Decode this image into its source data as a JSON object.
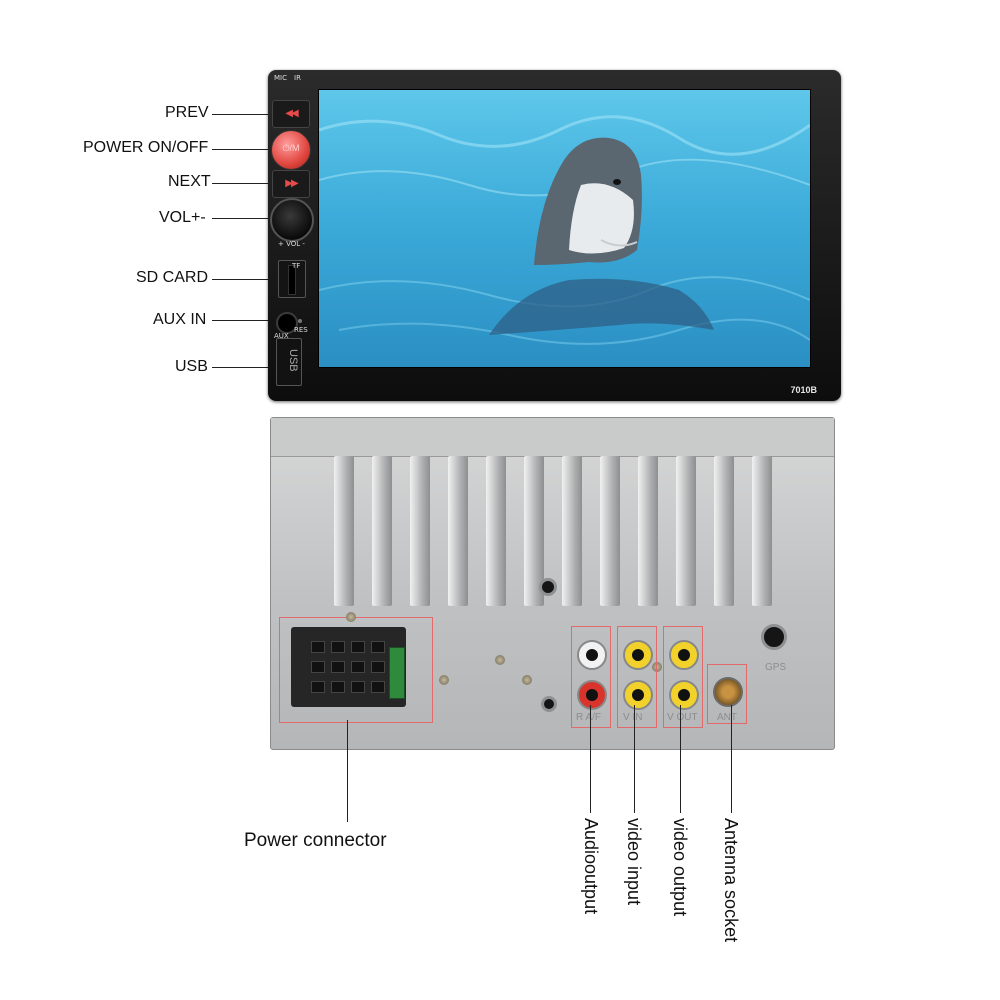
{
  "front_labels": {
    "prev": "PREV",
    "power": "POWER  ON/OFF",
    "next": "NEXT",
    "vol": "VOL+-",
    "sd_card": "SD  CARD",
    "aux_in": "AUX IN",
    "usb": "USB"
  },
  "front_device": {
    "mic": "MIC",
    "ir": "IR",
    "power_button": "⏻/M",
    "vol": "+ VOL -",
    "tf": "TF",
    "aux": "AUX",
    "res": "RES",
    "usb_port": "USB",
    "model": "7010B"
  },
  "rear_device": {
    "gps": "GPS",
    "audio_out": "R  A/F",
    "video_in": "V IN",
    "video_out": "V OUT",
    "ant": "ANT"
  },
  "rear_labels": {
    "power_connector": "Power connector",
    "audio_output": "Audiooutput",
    "video_input": "video input",
    "video_output": "video output",
    "antenna_socket": "Antenna socket"
  },
  "colors": {
    "screen_water": "#3fb2e0",
    "highlight_box": "#e36a6a",
    "power_button": "#e0463e"
  }
}
